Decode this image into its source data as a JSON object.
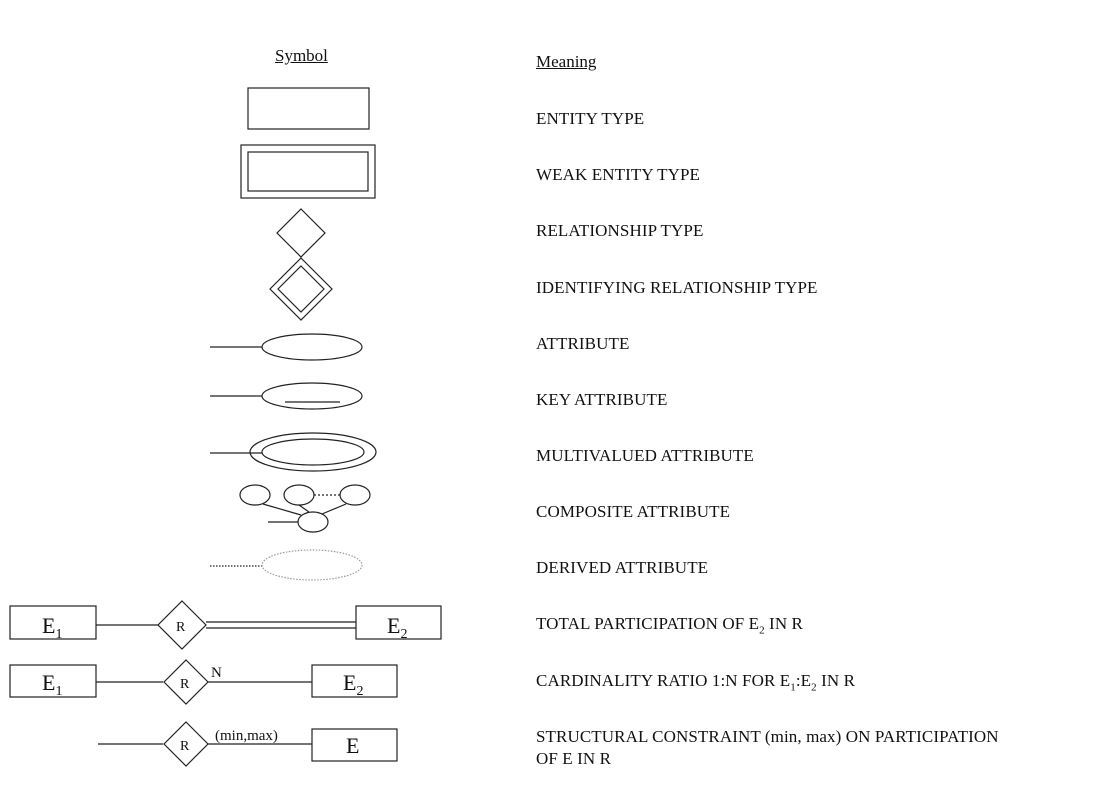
{
  "headers": {
    "symbol": "Symbol",
    "meaning": "Meaning"
  },
  "rows": [
    {
      "id": "entity-type",
      "meaning": "ENTITY TYPE"
    },
    {
      "id": "weak-entity-type",
      "meaning": "WEAK ENTITY TYPE"
    },
    {
      "id": "relationship-type",
      "meaning": "RELATIONSHIP TYPE"
    },
    {
      "id": "identifying-relationship-type",
      "meaning": "IDENTIFYING RELATIONSHIP TYPE"
    },
    {
      "id": "attribute",
      "meaning": "ATTRIBUTE"
    },
    {
      "id": "key-attribute",
      "meaning": "KEY ATTRIBUTE"
    },
    {
      "id": "multivalued-attribute",
      "meaning": "MULTIVALUED ATTRIBUTE"
    },
    {
      "id": "composite-attribute",
      "meaning": "COMPOSITE ATTRIBUTE"
    },
    {
      "id": "derived-attribute",
      "meaning": "DERIVED ATTRIBUTE"
    },
    {
      "id": "total-participation",
      "meaning_parts": [
        "TOTAL PARTICIPATION OF E",
        "2",
        " IN R"
      ]
    },
    {
      "id": "cardinality-ratio",
      "meaning_parts": [
        "CARDINALITY RATIO 1:N FOR E",
        "1",
        ":E",
        "2",
        " IN R"
      ]
    },
    {
      "id": "structural-constraint",
      "meaning_lines": [
        "STRUCTURAL CONSTRAINT (min, max) ON PARTICIPATION",
        "OF E IN R"
      ]
    }
  ],
  "symbol_labels": {
    "e": "E",
    "sub1": "1",
    "sub2": "2",
    "r": "R",
    "n": "N",
    "minmax": "(min,max)"
  }
}
